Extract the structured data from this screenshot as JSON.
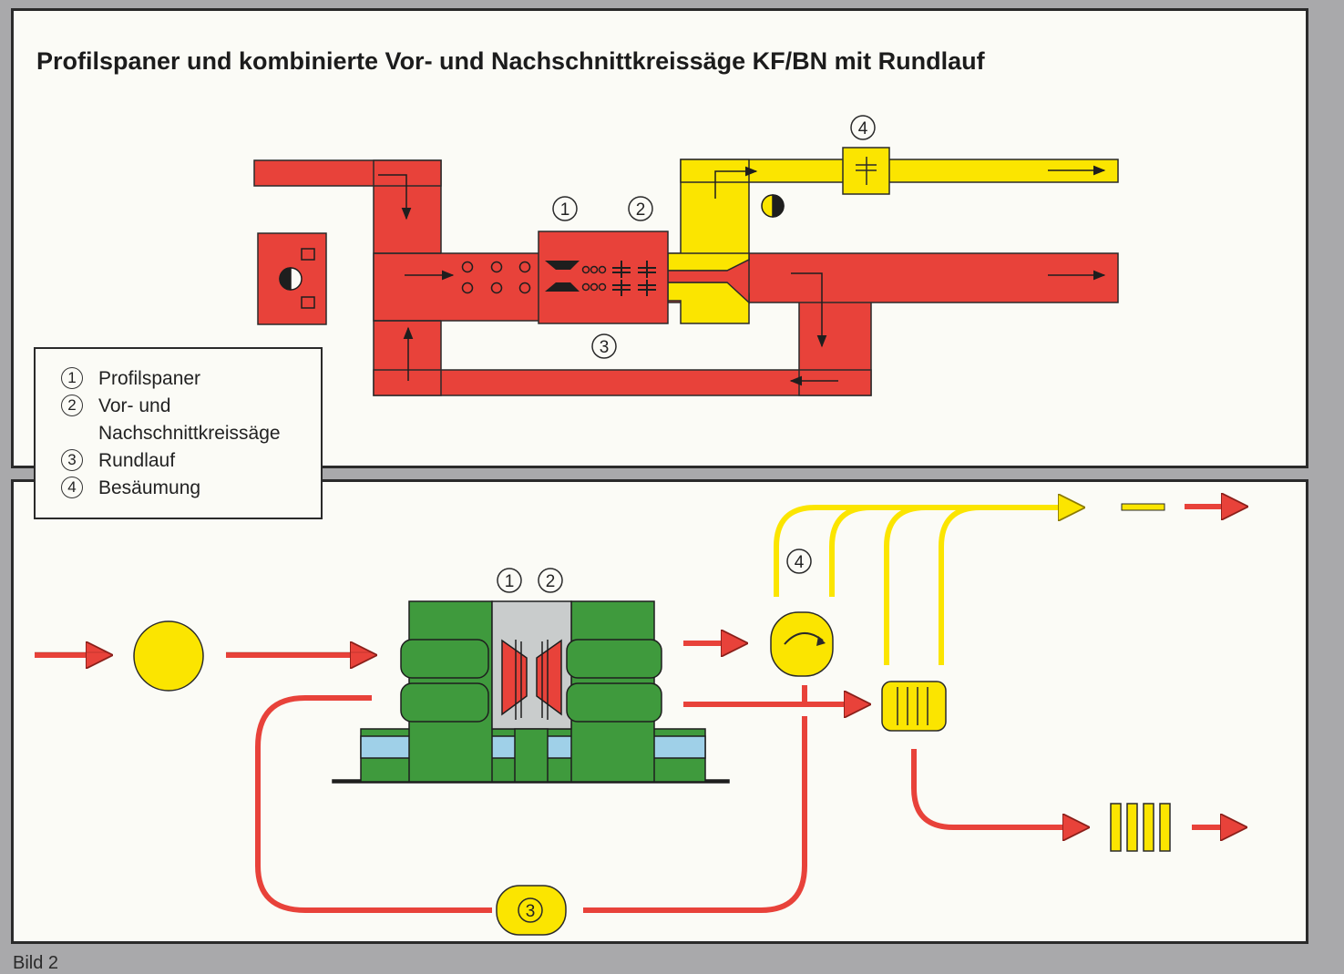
{
  "title": "Profilspaner und kombinierte Vor- und Nachschnittkreissäge KF/BN mit Rundlauf",
  "markers": {
    "top": {
      "m1": "1",
      "m2": "2",
      "m3": "3",
      "m4": "4"
    },
    "bottom": {
      "m1": "1",
      "m2": "2",
      "m3": "3",
      "m4": "4"
    }
  },
  "legend": {
    "items": [
      {
        "num": "1",
        "label": "Profilspaner",
        "label2": ""
      },
      {
        "num": "2",
        "label": "Vor- und",
        "label2": "Nachschnittkreissäge"
      },
      {
        "num": "3",
        "label": "Rundlauf",
        "label2": ""
      },
      {
        "num": "4",
        "label": "Besäumung",
        "label2": ""
      }
    ]
  },
  "footer": "Bild 2",
  "colors": {
    "red": "#e8423a",
    "yellow": "#fbe500",
    "green": "#3f9a3d",
    "frame": "#2a2a2a",
    "paper": "#fbfbf6"
  }
}
